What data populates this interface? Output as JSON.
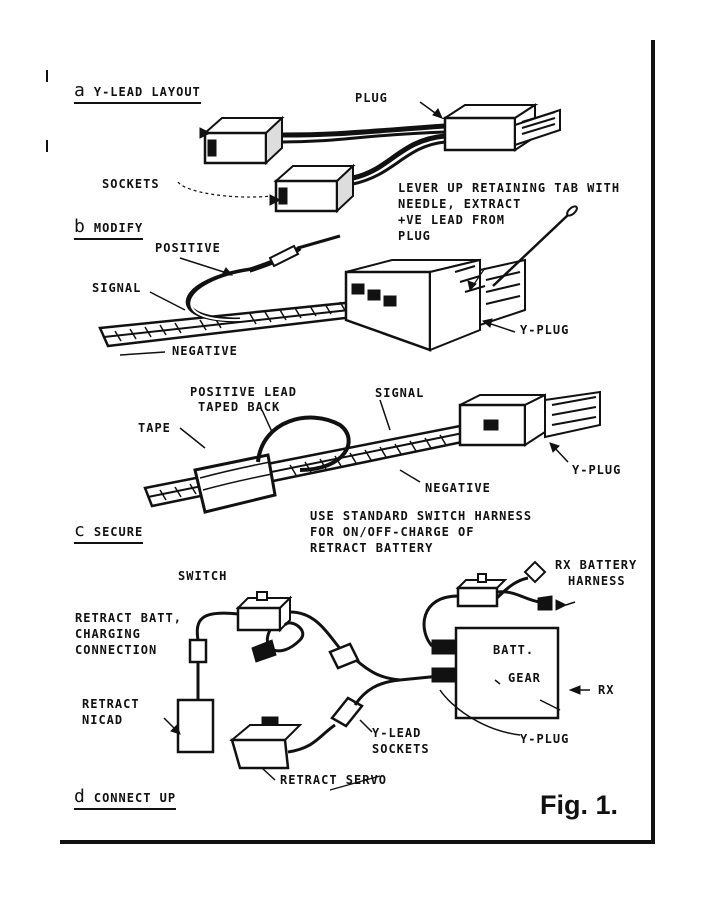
{
  "sections": {
    "a": {
      "letter": "a",
      "title": "Y-LEAD LAYOUT"
    },
    "b": {
      "letter": "b",
      "title": "MODIFY"
    },
    "c": {
      "letter": "c",
      "title": "SECURE"
    },
    "d": {
      "letter": "d",
      "title": "CONNECT UP"
    }
  },
  "labels": {
    "plug": "PLUG",
    "sockets": "SOCKETS",
    "lever_1": "LEVER UP RETAINING TAB WITH",
    "lever_2": "NEEDLE, EXTRACT",
    "lever_3": "+VE LEAD FROM",
    "lever_4": "PLUG",
    "positive": "POSITIVE",
    "signal_b": "SIGNAL",
    "negative_b": "NEGATIVE",
    "y_plug_b": "Y-PLUG",
    "positive_lead_1": "POSITIVE LEAD",
    "positive_lead_2": "TAPED BACK",
    "signal_c": "SIGNAL",
    "tape": "TAPE",
    "negative_c": "NEGATIVE",
    "y_plug_c": "Y-PLUG",
    "use_std_1": "USE STANDARD SWITCH HARNESS",
    "use_std_2": "FOR ON/OFF-CHARGE OF",
    "use_std_3": "RETRACT BATTERY",
    "switch": "SWITCH",
    "rx_batt_1": "RX BATTERY",
    "rx_batt_2": "HARNESS",
    "retract_batt_1": "RETRACT BATT,",
    "retract_batt_2": "CHARGING",
    "retract_batt_3": "CONNECTION",
    "batt": "BATT.",
    "gear": "GEAR",
    "rx": "RX",
    "retract_nicad_1": "RETRACT",
    "retract_nicad_2": "NICAD",
    "y_lead_sockets_1": "Y-LEAD",
    "y_lead_sockets_2": "SOCKETS",
    "y_plug_d": "Y-PLUG",
    "retract_servo": "RETRACT SERVO"
  },
  "figure": {
    "caption": "Fig. 1."
  }
}
